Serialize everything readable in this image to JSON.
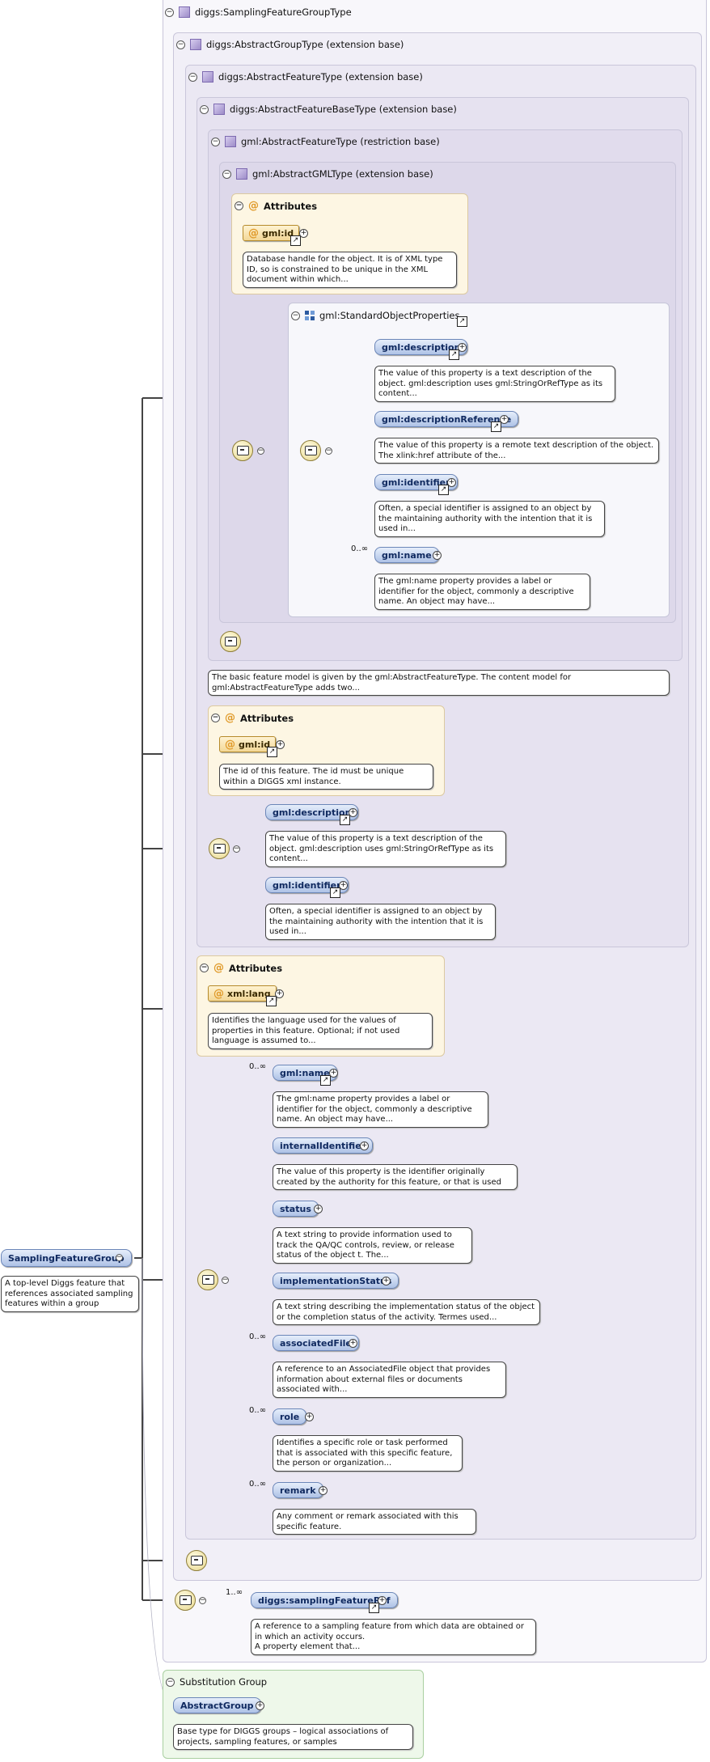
{
  "boxes": {
    "sampling_feature_group_type": "diggs:SamplingFeatureGroupType",
    "abstract_group_type": "diggs:AbstractGroupType (extension base)",
    "abstract_feature_type_diggs": "diggs:AbstractFeatureType (extension base)",
    "abstract_feature_base_type": "diggs:AbstractFeatureBaseType (extension base)",
    "abstract_feature_type_gml": "gml:AbstractFeatureType (restriction base)",
    "abstract_gml_type": "gml:AbstractGMLType (extension base)",
    "standard_object_properties": "gml:StandardObjectProperties",
    "substitution_group": "Substitution Group"
  },
  "attributes_label": "Attributes",
  "gml_attrs": {
    "name": "gml:id",
    "doc": "Database handle for the object. It is of XML type ID, so is constrained to be unique in the XML document within which..."
  },
  "standard_props": [
    {
      "name": "gml:description",
      "doc": "The value of this property is a text description of the object. gml:description uses gml:StringOrRefType as its content..."
    },
    {
      "name": "gml:descriptionReference",
      "doc": "The value of this property is a remote text description of the object. The xlink:href attribute of the..."
    },
    {
      "name": "gml:identifier",
      "doc": "Often, a special identifier is assigned to an object by the maintaining authority with the intention that it is used in..."
    },
    {
      "name": "gml:name",
      "doc": "The gml:name property provides a label or identifier for the object, commonly a descriptive name. An object may have...",
      "card": "0..∞"
    }
  ],
  "feature_model_doc": "The basic feature model is given by the gml:AbstractFeatureType. The content model for gml:AbstractFeatureType adds two...",
  "diggs_attrs": {
    "name": "gml:id",
    "doc": "The id of this feature. The id must be unique within a DIGGS xml instance."
  },
  "base_props": [
    {
      "name": "gml:description",
      "doc": "The value of this property is a text description of the object. gml:description uses gml:StringOrRefType as its content..."
    },
    {
      "name": "gml:identifier",
      "doc": "Often, a special identifier is assigned to an object by the maintaining authority with the intention that it is used in..."
    }
  ],
  "lang_attrs": {
    "name": "xml:lang",
    "doc": "Identifies the language used for the values of properties in this feature. Optional; if not used language is assumed to..."
  },
  "feature_props": [
    {
      "name": "gml:name",
      "card": "0..∞",
      "doc": "The gml:name property provides a label or identifier for the object, commonly a descriptive name. An object may have..."
    },
    {
      "name": "internalIdentifier",
      "card": "",
      "doc": "The value of this property is the identifier originally created by the authority for this feature, or that is used as..."
    },
    {
      "name": "status",
      "card": "",
      "doc": "A text string to provide information used to track the QA/QC controls, review, or release status of the object t. The..."
    },
    {
      "name": "implementationStatus",
      "card": "",
      "doc": "A text string describing the implementation status of the object or the completion status of the activity. Termes used..."
    },
    {
      "name": "associatedFile",
      "card": "0..∞",
      "doc": "A reference to an AssociatedFile object that provides information about external files or documents associated with..."
    },
    {
      "name": "role",
      "card": "0..∞",
      "doc": "Identifies a specific role or task performed that is associated with this specific feature, the person or organization..."
    },
    {
      "name": "remark",
      "card": "0..∞",
      "doc": "Any comment or remark associated with this specific feature."
    }
  ],
  "root": {
    "name": "SamplingFeatureGroup",
    "doc": "A top-level Diggs feature that references associated sampling features within a group"
  },
  "sampling_ref": {
    "name": "diggs:samplingFeatureRef",
    "card": "1..∞",
    "doc": "A reference to a sampling feature from which data are obtained or in which an activity occurs.\nA property element that..."
  },
  "abstract_group": {
    "name": "AbstractGroup",
    "doc": "Base type for DIGGS groups – logical associations of projects, sampling features, or samples"
  },
  "icons": {
    "toggle": "minus-toggle-icon",
    "plus": "plus-expand-icon",
    "ref": "reference-arrow-icon",
    "sequence": "sequence-compositor-icon",
    "complex_type": "complex-type-icon",
    "attribute": "attribute-at-icon",
    "group": "model-group-icon"
  },
  "colors": {
    "element_fill": "#aec2e6",
    "attribute_fill": "#f3d796",
    "substitution_fill": "#eef8ea"
  }
}
